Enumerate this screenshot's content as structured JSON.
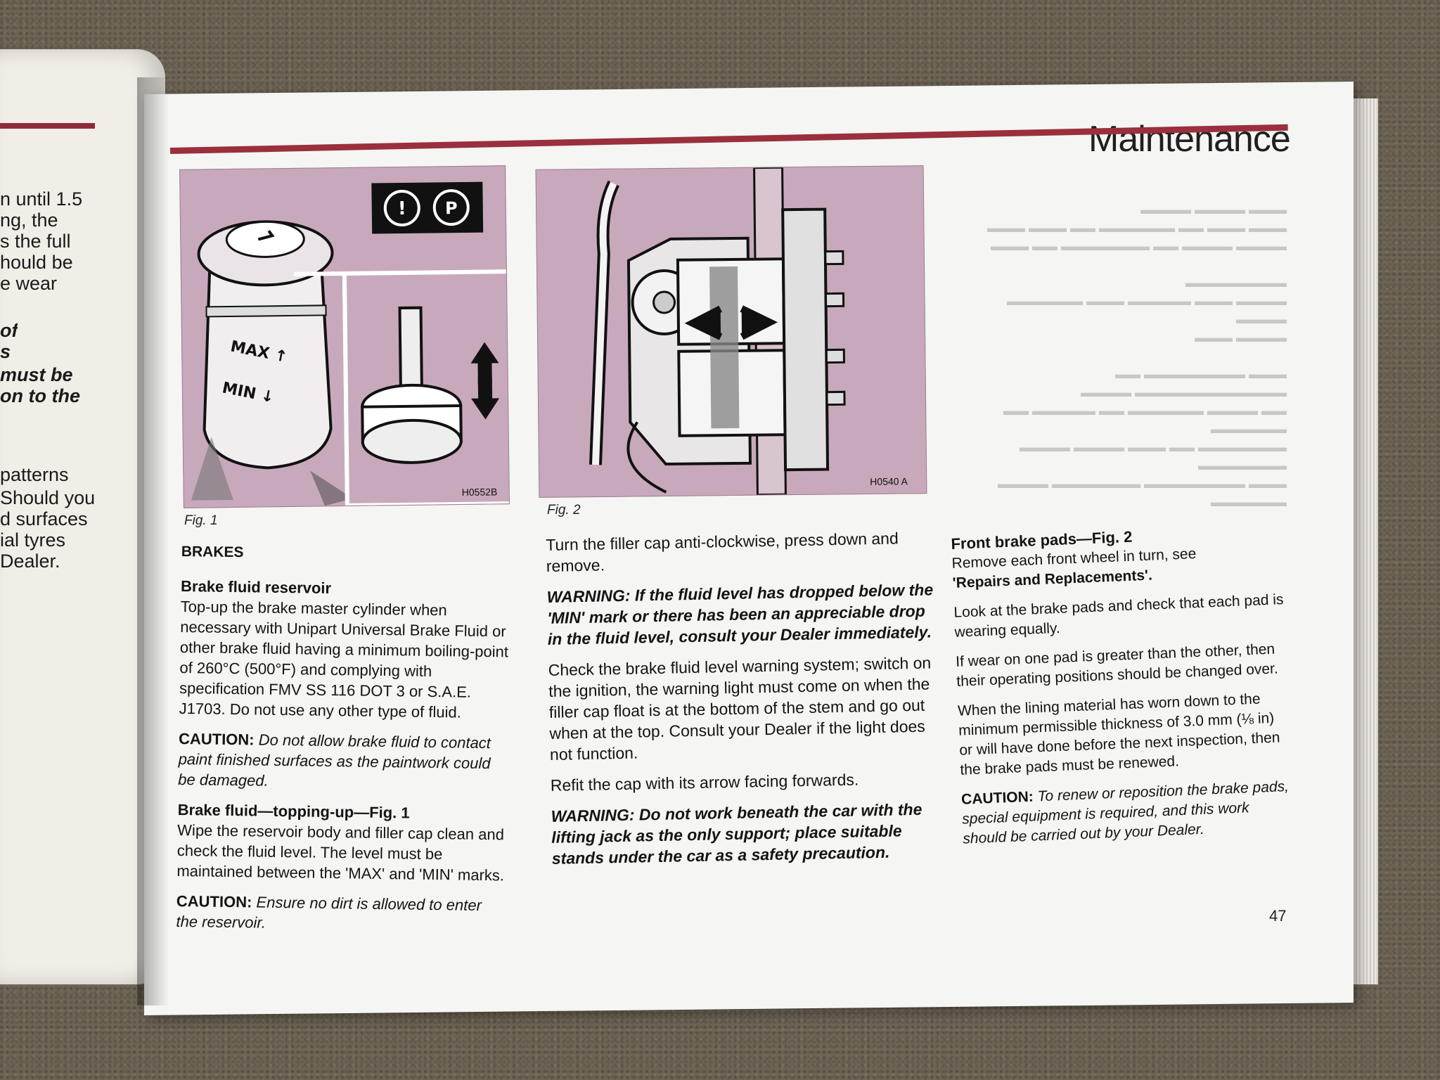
{
  "header": {
    "title": "Maintenance"
  },
  "page_number": "47",
  "left_page_fragments": [
    {
      "text": "n until 1.5",
      "style": "normal"
    },
    {
      "text": "ng, the",
      "style": "normal"
    },
    {
      "text": "s the full",
      "style": "normal"
    },
    {
      "text": "hould be",
      "style": "normal"
    },
    {
      "text": "e wear",
      "style": "normal"
    },
    {
      "text": "of",
      "style": "bi"
    },
    {
      "text": "s",
      "style": "bi"
    },
    {
      "text": "must be",
      "style": "bi"
    },
    {
      "text": "on to the",
      "style": "bi"
    },
    {
      "text": "patterns",
      "style": "normal"
    },
    {
      "text": "Should you",
      "style": "normal"
    },
    {
      "text": "d surfaces",
      "style": "normal"
    },
    {
      "text": "ial tyres",
      "style": "normal"
    },
    {
      "text": "Dealer.",
      "style": "normal"
    }
  ],
  "figures": {
    "fig1": {
      "caption": "Fig. 1",
      "code": "H0552B",
      "labels": {
        "max": "MAX",
        "min": "MIN",
        "warning_symbols": [
          "(!)",
          "(P)"
        ]
      }
    },
    "fig2": {
      "caption": "Fig. 2",
      "code": "H0540 A"
    }
  },
  "col1": {
    "section_heading": "BRAKES",
    "reservoir_heading": "Brake fluid reservoir",
    "reservoir_text": "Top-up the brake master cylinder when necessary with Unipart Universal Brake Fluid or other brake fluid having a minimum boiling-point of 260°C (500°F) and complying with specification FMV SS 116 DOT 3 or S.A.E. J1703. Do not use any other type of fluid.",
    "caution1_label": "CAUTION:",
    "caution1_text": "Do not allow brake fluid to contact paint finished surfaces as the paintwork could be damaged.",
    "topping_heading": "Brake fluid—topping-up—Fig. 1",
    "topping_text": "Wipe the reservoir body and filler cap clean and check the fluid level. The level must be maintained between the 'MAX' and 'MIN' marks.",
    "caution2_label": "CAUTION:",
    "caution2_text": "Ensure no dirt is allowed to enter the reservoir."
  },
  "col2": {
    "p1": "Turn the filler cap anti-clockwise, press down and remove.",
    "warning1": "WARNING: If the fluid level has dropped below the 'MIN' mark or there has been an appreciable drop in the fluid level, consult your Dealer immediately.",
    "p2": "Check the brake fluid level warning system; switch on the ignition, the warning light must come on when the filler cap float is at the bottom of the stem and go out when at the top. Consult your Dealer if the light does not function.",
    "p3": "Refit the cap with its arrow facing forwards.",
    "warning2": "WARNING: Do not work beneath the car with the lifting jack as the only support; place suitable stands under the car as a safety precaution."
  },
  "col3": {
    "pads_heading": "Front brake pads—Fig. 2",
    "p1": "Remove each front wheel in turn, see",
    "p1_ref": "'Repairs and Replacements'.",
    "p2": "Look at the brake pads and check that each pad is wearing equally.",
    "p3": "If wear on one pad is greater than the other, then their operating positions should be changed over.",
    "p4": "When the lining material has worn down to the minimum permissible thickness of 3.0 mm (⅛ in) or will have done before the next inspection, then the brake pads must be renewed.",
    "caution_label": "CAUTION:",
    "caution_text": "To renew or reposition the brake pads, special equipment is required, and this work should be carried out by your Dealer."
  },
  "colors": {
    "accent_rule": "#9a2f3d",
    "figure_bg": "#c8a9bb"
  }
}
